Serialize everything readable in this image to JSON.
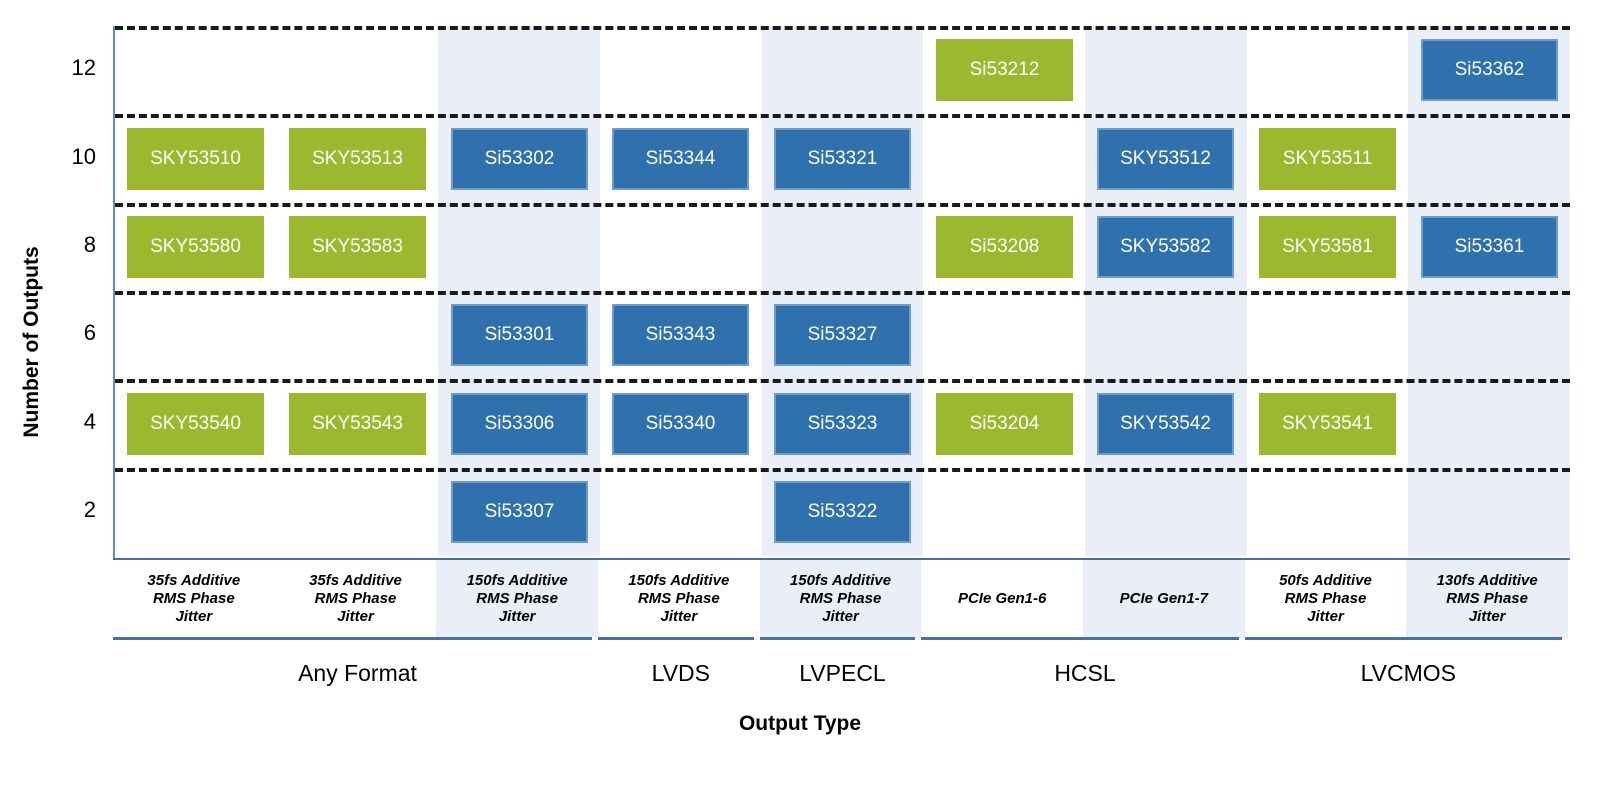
{
  "chart_data": {
    "type": "table",
    "title": "",
    "xlabel": "Output Type",
    "ylabel": "Number of Outputs",
    "ylim": [
      1,
      13
    ],
    "yticks": [
      12,
      10,
      8,
      6,
      4,
      2
    ],
    "grid": true,
    "legend": "none",
    "accent_green": "#9CB82E",
    "accent_blue": "#2E71AC",
    "stripe_color": "#EAEFF7",
    "axis_color": "#4472A8",
    "categories": [
      "35fs Additive RMS Phase Jitter",
      "35fs Additive RMS Phase Jitter",
      "150fs Additive RMS Phase Jitter",
      "150fs Additive RMS Phase Jitter",
      "150fs Additive RMS Phase Jitter",
      "PCIe Gen1-6",
      "PCIe Gen1-7",
      "50fs Additive RMS Phase Jitter",
      "130fs Additive RMS Phase Jitter"
    ],
    "groups": [
      {
        "label": "Any Format",
        "cols": [
          1,
          3
        ]
      },
      {
        "label": "LVDS",
        "cols": [
          4,
          4
        ]
      },
      {
        "label": "LVPECL",
        "cols": [
          5,
          5
        ]
      },
      {
        "label": "HCSL",
        "cols": [
          6,
          7
        ]
      },
      {
        "label": "LVCMOS",
        "cols": [
          8,
          9
        ]
      }
    ],
    "points": [
      {
        "col": 1,
        "outputs": 10,
        "label": "SKY53510",
        "color": "green"
      },
      {
        "col": 1,
        "outputs": 8,
        "label": "SKY53580",
        "color": "green"
      },
      {
        "col": 1,
        "outputs": 4,
        "label": "SKY53540",
        "color": "green"
      },
      {
        "col": 2,
        "outputs": 10,
        "label": "SKY53513",
        "color": "green"
      },
      {
        "col": 2,
        "outputs": 8,
        "label": "SKY53583",
        "color": "green"
      },
      {
        "col": 2,
        "outputs": 4,
        "label": "SKY53543",
        "color": "green"
      },
      {
        "col": 3,
        "outputs": 10,
        "label": "Si53302",
        "color": "blue"
      },
      {
        "col": 3,
        "outputs": 6,
        "label": "Si53301",
        "color": "blue"
      },
      {
        "col": 3,
        "outputs": 4,
        "label": "Si53306",
        "color": "blue"
      },
      {
        "col": 3,
        "outputs": 2,
        "label": "Si53307",
        "color": "blue"
      },
      {
        "col": 4,
        "outputs": 10,
        "label": "Si53344",
        "color": "blue"
      },
      {
        "col": 4,
        "outputs": 6,
        "label": "Si53343",
        "color": "blue"
      },
      {
        "col": 4,
        "outputs": 4,
        "label": "Si53340",
        "color": "blue"
      },
      {
        "col": 5,
        "outputs": 10,
        "label": "Si53321",
        "color": "blue"
      },
      {
        "col": 5,
        "outputs": 6,
        "label": "Si53327",
        "color": "blue"
      },
      {
        "col": 5,
        "outputs": 4,
        "label": "Si53323",
        "color": "blue"
      },
      {
        "col": 5,
        "outputs": 2,
        "label": "Si53322",
        "color": "blue"
      },
      {
        "col": 6,
        "outputs": 12,
        "label": "Si53212",
        "color": "green"
      },
      {
        "col": 6,
        "outputs": 8,
        "label": "Si53208",
        "color": "green"
      },
      {
        "col": 6,
        "outputs": 4,
        "label": "Si53204",
        "color": "green"
      },
      {
        "col": 7,
        "outputs": 10,
        "label": "SKY53512",
        "color": "blue"
      },
      {
        "col": 7,
        "outputs": 8,
        "label": "SKY53582",
        "color": "blue"
      },
      {
        "col": 7,
        "outputs": 4,
        "label": "SKY53542",
        "color": "blue"
      },
      {
        "col": 8,
        "outputs": 10,
        "label": "SKY53511",
        "color": "green"
      },
      {
        "col": 8,
        "outputs": 8,
        "label": "SKY53581",
        "color": "green"
      },
      {
        "col": 8,
        "outputs": 4,
        "label": "SKY53541",
        "color": "green"
      },
      {
        "col": 9,
        "outputs": 12,
        "label": "Si53362",
        "color": "blue"
      },
      {
        "col": 9,
        "outputs": 8,
        "label": "Si53361",
        "color": "blue"
      }
    ]
  },
  "axes": {
    "y_title": "Number of Outputs",
    "x_title": "Output Type",
    "y_tick_labels": [
      "12",
      "10",
      "8",
      "6",
      "4",
      "2"
    ]
  },
  "spec_row": [
    {
      "lines": [
        "35fs Additive",
        "RMS Phase",
        "Jitter"
      ],
      "shaded": false
    },
    {
      "lines": [
        "35fs Additive",
        "RMS Phase",
        "Jitter"
      ],
      "shaded": false
    },
    {
      "lines": [
        "150fs Additive",
        "RMS Phase",
        "Jitter"
      ],
      "shaded": true
    },
    {
      "lines": [
        "150fs Additive",
        "RMS Phase",
        "Jitter"
      ],
      "shaded": false
    },
    {
      "lines": [
        "150fs Additive",
        "RMS Phase",
        "Jitter"
      ],
      "shaded": true
    },
    {
      "lines": [
        "PCIe Gen1-6"
      ],
      "shaded": false
    },
    {
      "lines": [
        "PCIe Gen1-7"
      ],
      "shaded": true
    },
    {
      "lines": [
        "50fs Additive",
        "RMS Phase",
        "Jitter"
      ],
      "shaded": false
    },
    {
      "lines": [
        "130fs Additive",
        "RMS Phase",
        "Jitter"
      ],
      "shaded": true
    }
  ],
  "group_labels": [
    "Any Format",
    "LVDS",
    "LVPECL",
    "HCSL",
    "LVCMOS"
  ]
}
